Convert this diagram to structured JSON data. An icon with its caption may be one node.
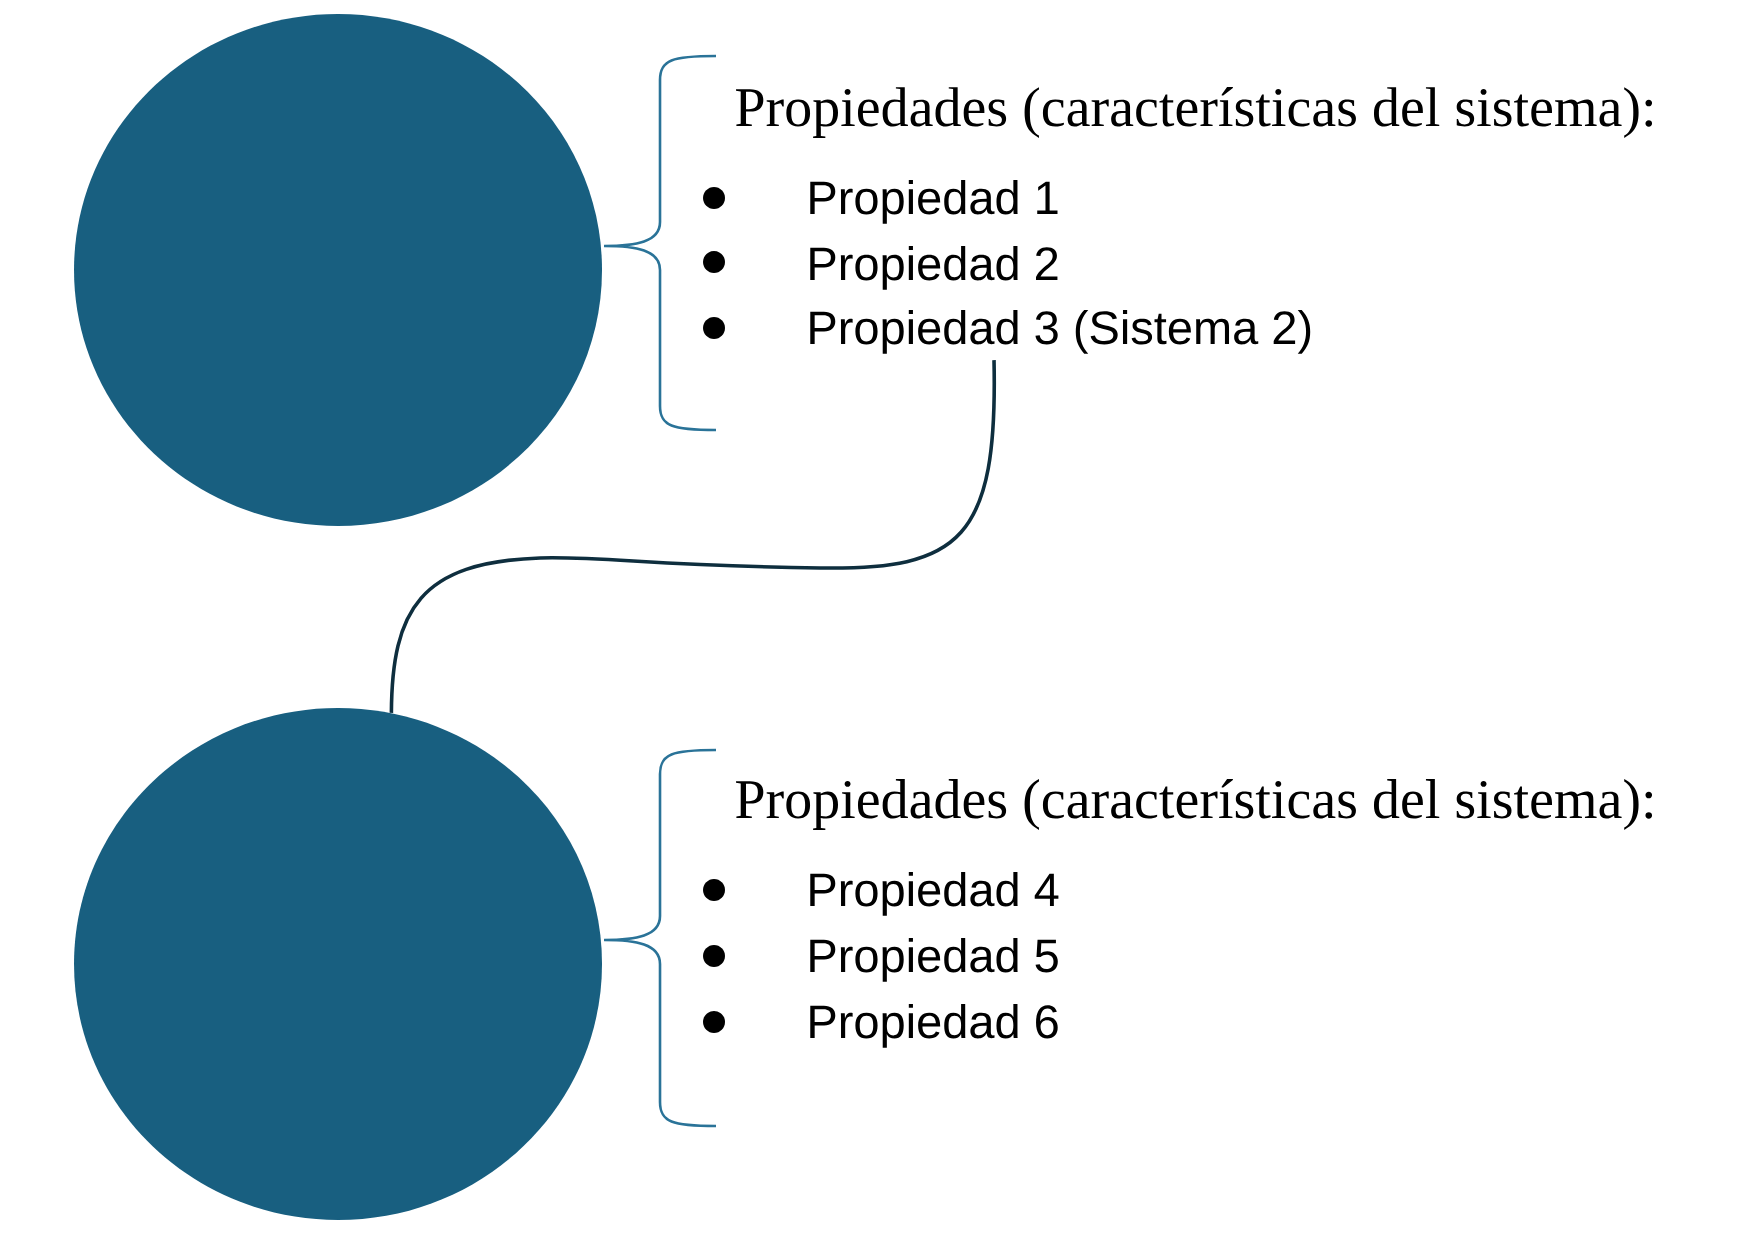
{
  "diagram": {
    "nodes": [
      {
        "text": [],
        "shape": "circle"
      },
      {
        "text": [
          "Propiedad 3 (Sistema 2)"
        ]
      },
      {
        "text": [],
        "shape": "circle"
      }
    ],
    "edges": [
      {
        "from": 1,
        "to": 2,
        "arrow": "none"
      }
    ],
    "labels": [
      "Propiedades (características del sistema):",
      "Propiedad 1",
      "Propiedad 2",
      "Propiedades (características del sistema):",
      "Propiedad 4",
      "Propiedad 5",
      "Propiedad 6"
    ]
  }
}
